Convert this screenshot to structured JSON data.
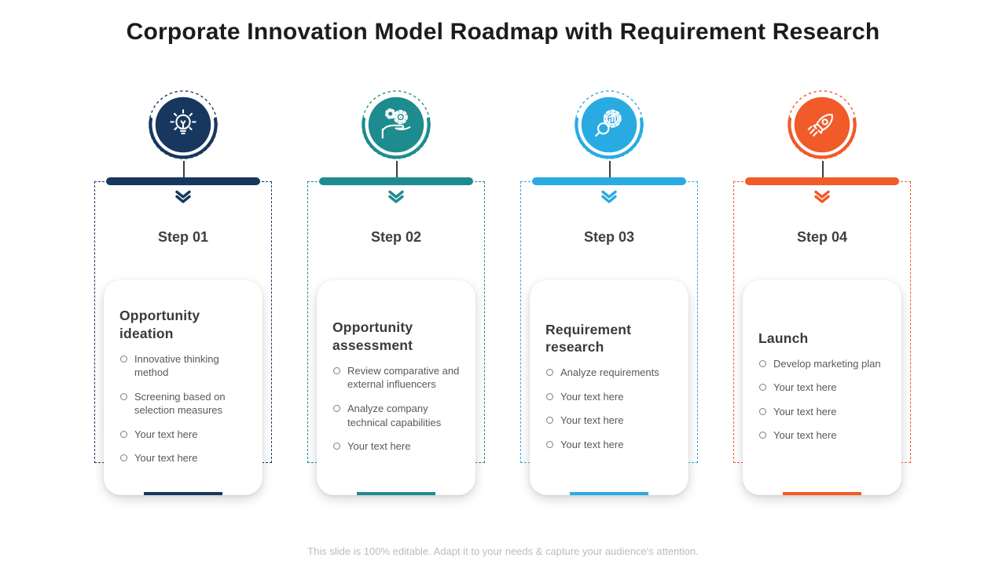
{
  "title": "Corporate Innovation Model Roadmap with Requirement Research",
  "footer": "This slide is 100% editable. Adapt it to your needs & capture your audience's attention.",
  "steps": [
    {
      "label": "Step 01",
      "icon": "lightbulb-icon",
      "accent": "#17375E",
      "heading": "Opportunity ideation",
      "bullets": [
        "Innovative thinking method",
        "Screening based on selection measures",
        "Your text here",
        "Your text here"
      ]
    },
    {
      "label": "Step 02",
      "icon": "hand-gears-icon",
      "accent": "#1E8C8F",
      "heading": "Opportunity assessment",
      "bullets": [
        "Review comparative and external influencers",
        "Analyze company technical capabilities",
        "Your text here"
      ]
    },
    {
      "label": "Step 03",
      "icon": "gear-magnifier-icon",
      "accent": "#29ABE2",
      "heading": "Requirement research",
      "bullets": [
        "Analyze requirements",
        "Your text here",
        "Your text here",
        "Your text here"
      ]
    },
    {
      "label": "Step 04",
      "icon": "rocket-icon",
      "accent": "#F15A29",
      "heading": "Launch",
      "bullets": [
        "Develop marketing plan",
        "Your text here",
        "Your text here",
        "Your text here"
      ]
    }
  ]
}
